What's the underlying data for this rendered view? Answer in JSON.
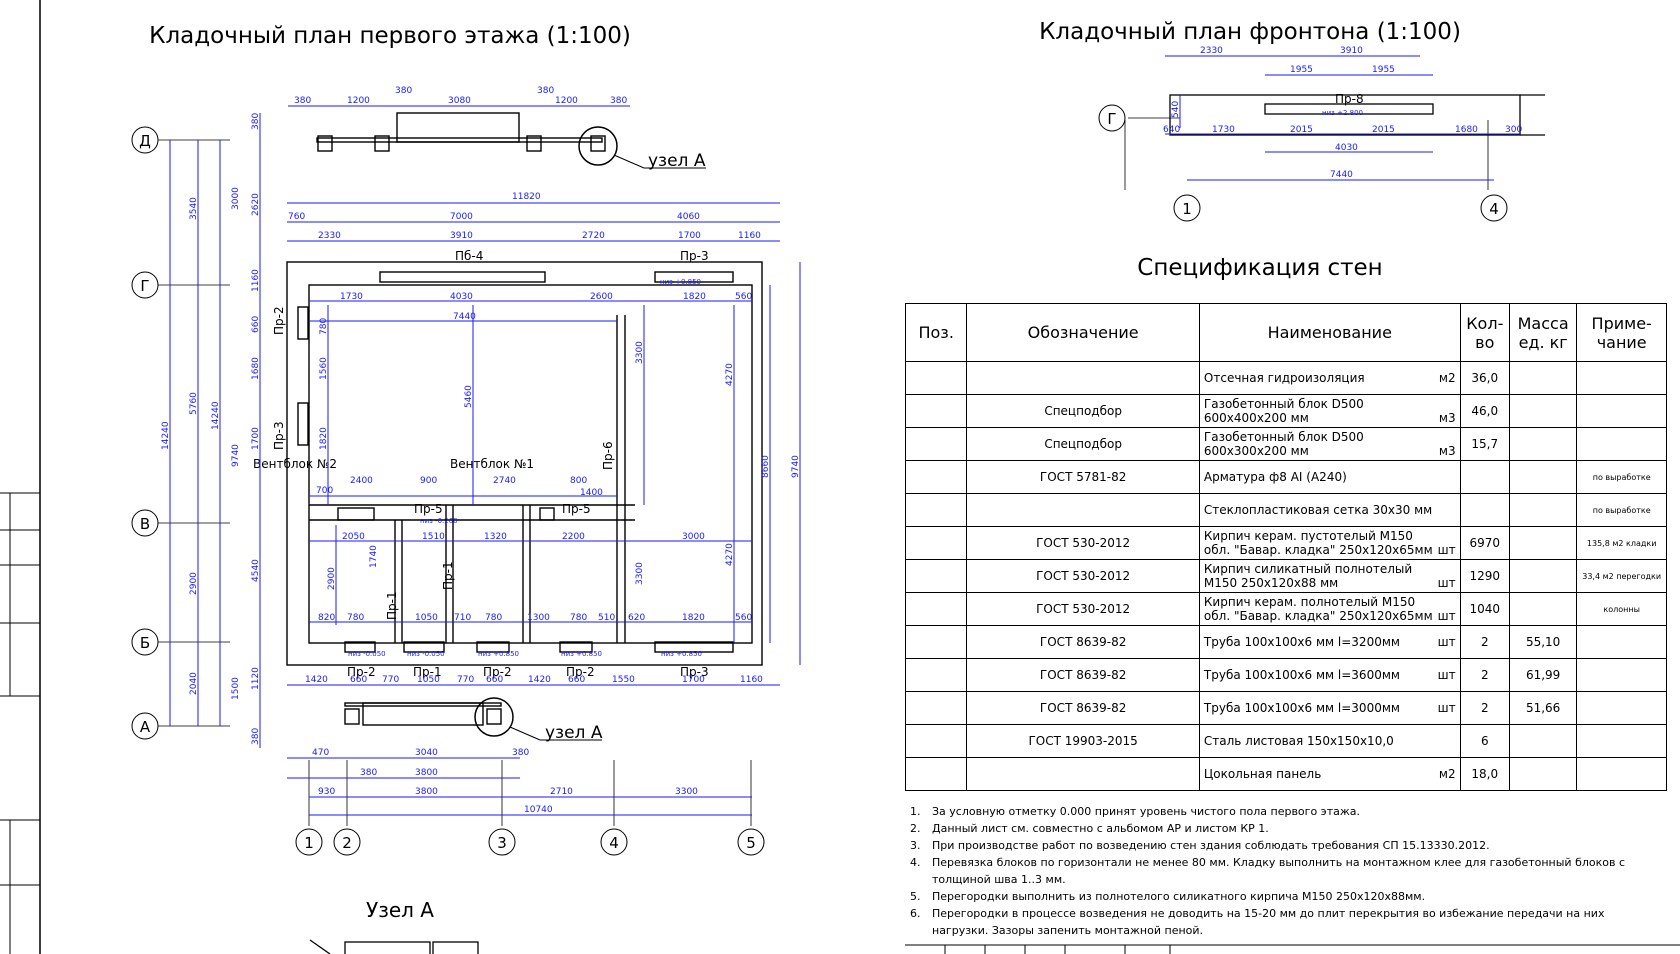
{
  "titles": {
    "plan": "Кладочный план первого этажа (1:100)",
    "gable": "Кладочный план фронтона (1:100)",
    "spec": "Спецификация стен",
    "node": "Узел А"
  },
  "plan": {
    "axes_rows": [
      "Д",
      "Г",
      "В",
      "Б",
      "А"
    ],
    "axes_cols": [
      "1",
      "2",
      "3",
      "4",
      "5"
    ],
    "node_label": "узел А",
    "labels": {
      "pb4": "Пб-4",
      "pr3_top": "Пр-3",
      "pr2_left": "Пр-2",
      "pr3_left": "Пр-3",
      "vent2": "Вентблок №2",
      "vent1": "Вентблок №1",
      "pr5a": "Пр-5",
      "pr5b": "Пр-5",
      "pr6": "Пр-6",
      "pr1a": "Пр-1",
      "pr1b": "Пр-1",
      "pr2_b1": "Пр-2",
      "pr1_b": "Пр-1",
      "pr2_b2": "Пр-2",
      "pr2_b3": "Пр-2",
      "pr3_b": "Пр-3"
    },
    "dims_top": [
      "380",
      "1200",
      "380",
      "3080",
      "380",
      "1200",
      "380"
    ],
    "dims_row2": [
      "11820"
    ],
    "dims_row3": [
      "760",
      "7000",
      "4060"
    ],
    "dims_row4": [
      "2330",
      "3910",
      "2720",
      "1700",
      "1160"
    ],
    "dims_inner1": [
      "1730",
      "4030",
      "2600",
      "1820",
      "560"
    ],
    "dims_inner2": [
      "7440"
    ],
    "dims_left_outer": [
      "14240"
    ],
    "dims_left2": [
      "3540",
      "5760",
      "2900",
      "2040"
    ],
    "dims_left3": [
      "3000",
      "14240",
      "9740",
      "1500"
    ],
    "dims_left4": [
      "380",
      "2620",
      "1160",
      "660",
      "1680",
      "1700",
      "4540",
      "1120",
      "380"
    ],
    "dims_right": [
      "9740",
      "8660",
      "4270",
      "3300",
      "4270",
      "3300"
    ],
    "dims_mid": [
      "5460",
      "1560",
      "1820",
      "2900",
      "1740",
      "780"
    ],
    "dims_row_v1": [
      "700",
      "2400",
      "900",
      "2740",
      "800",
      "1400"
    ],
    "dims_row_v2": [
      "2050",
      "1510",
      "1320",
      "2200",
      "3000"
    ],
    "dims_row_b": [
      "820",
      "780",
      "1050",
      "710",
      "780",
      "1300",
      "780",
      "510",
      "620",
      "1820",
      "560"
    ],
    "dims_bottom1": [
      "1420",
      "660",
      "770",
      "1050",
      "770",
      "660",
      "1420",
      "660",
      "1550",
      "1700",
      "1160"
    ],
    "dims_bottom2": [
      "470",
      "3040",
      "380",
      "380",
      "3800"
    ],
    "dims_bottom3": [
      "930",
      "3800",
      "2710",
      "3300"
    ],
    "dims_bottom4": [
      "10740"
    ],
    "marks": {
      "m1": "низ +0.850",
      "m2": "низ -0.050",
      "m3": "низ -0.200",
      "m4": "низ -0.050",
      "m5": "низ +0.850",
      "m6": "низ +0.850",
      "m7": "низ +0.850"
    }
  },
  "gable": {
    "axis_row": "Г",
    "axes_cols": [
      "1",
      "4"
    ],
    "dims_top": [
      "2330",
      "3910"
    ],
    "dims_top2": [
      "1955",
      "1955"
    ],
    "label": "Пр-8",
    "mark": "низ +2.800",
    "left_dim": "540",
    "dims_mid": [
      "640",
      "1730",
      "2015",
      "2015",
      "1680",
      "300"
    ],
    "dims_low": [
      "4030"
    ],
    "dims_bottom": [
      "7440"
    ]
  },
  "spec": {
    "headers": [
      "Поз.",
      "Обозначение",
      "Наименование",
      "Кол-во",
      "Масса ед. кг",
      "Приме-чание"
    ],
    "rows": [
      {
        "pos": "",
        "code": "",
        "name": "Отсечная гидроизоляция",
        "unit": "м2",
        "qty": "36,0",
        "mass": "",
        "note": ""
      },
      {
        "pos": "",
        "code": "Спецподбор",
        "name": "Газобетонный блок D500 600х400х200 мм",
        "unit": "м3",
        "qty": "46,0",
        "mass": "",
        "note": ""
      },
      {
        "pos": "",
        "code": "Спецподбор",
        "name": "Газобетонный блок D500 600х300х200 мм",
        "unit": "м3",
        "qty": "15,7",
        "mass": "",
        "note": ""
      },
      {
        "pos": "",
        "code": "ГОСТ 5781-82",
        "name": "Арматура ф8 AI (А240)",
        "unit": "",
        "qty": "",
        "mass": "",
        "note": "по выработке"
      },
      {
        "pos": "",
        "code": "",
        "name": "Стеклопластиковая сетка 30х30 мм",
        "unit": "",
        "qty": "",
        "mass": "",
        "note": "по выработке"
      },
      {
        "pos": "",
        "code": "ГОСТ 530-2012",
        "name": "Кирпич керам. пустотелый М150 обл. \"Бавар. кладка\" 250х120х65мм",
        "unit": "шт",
        "qty": "6970",
        "mass": "",
        "note": "135,8 м2 кладки"
      },
      {
        "pos": "",
        "code": "ГОСТ 530-2012",
        "name": "Кирпич силикатный полнотелый М150 250х120х88 мм",
        "unit": "шт",
        "qty": "1290",
        "mass": "",
        "note": "33,4 м2 перегодки"
      },
      {
        "pos": "",
        "code": "ГОСТ 530-2012",
        "name": "Кирпич керам. полнотелый М150 обл. \"Бавар. кладка\" 250х120х65мм",
        "unit": "шт",
        "qty": "1040",
        "mass": "",
        "note": "колонны"
      },
      {
        "pos": "",
        "code": "ГОСТ 8639-82",
        "name": "Труба 100х100х6 мм l=3200мм",
        "unit": "шт",
        "qty": "2",
        "mass": "55,10",
        "note": ""
      },
      {
        "pos": "",
        "code": "ГОСТ 8639-82",
        "name": "Труба 100х100х6 мм l=3600мм",
        "unit": "шт",
        "qty": "2",
        "mass": "61,99",
        "note": ""
      },
      {
        "pos": "",
        "code": "ГОСТ 8639-82",
        "name": "Труба 100х100х6 мм l=3000мм",
        "unit": "шт",
        "qty": "2",
        "mass": "51,66",
        "note": ""
      },
      {
        "pos": "",
        "code": "ГОСТ 19903-2015",
        "name": "Сталь листовая 150х150х10,0",
        "unit": "",
        "qty": "6",
        "mass": "",
        "note": ""
      },
      {
        "pos": "",
        "code": "",
        "name": "Цокольная панель",
        "unit": "м2",
        "qty": "18,0",
        "mass": "",
        "note": ""
      }
    ]
  },
  "notes": [
    {
      "n": "1.",
      "text": "За условную отметку 0.000 принят уровень чистого пола первого этажа."
    },
    {
      "n": "2.",
      "text": "Данный лист см. совместно с альбомом АР и листом КР 1."
    },
    {
      "n": "3.",
      "text": "При производстве работ по возведению стен здания соблюдать требования СП 15.13330.2012."
    },
    {
      "n": "4.",
      "text": "Перевязка блоков по горизонтали не менее 80 мм. Кладку выполнить на монтажном клее для газобетонный блоков с толщиной шва 1..3 мм."
    },
    {
      "n": "5.",
      "text": "Перегородки выполнить из полнотелого силикатного кирпича М150 250х120х88мм."
    },
    {
      "n": "6.",
      "text": "Перегородки в процессе возведения не доводить на 15-20 мм до плит перекрытия во избежание передачи на них нагрузки. Зазоры запенить монтажной пеной."
    }
  ]
}
